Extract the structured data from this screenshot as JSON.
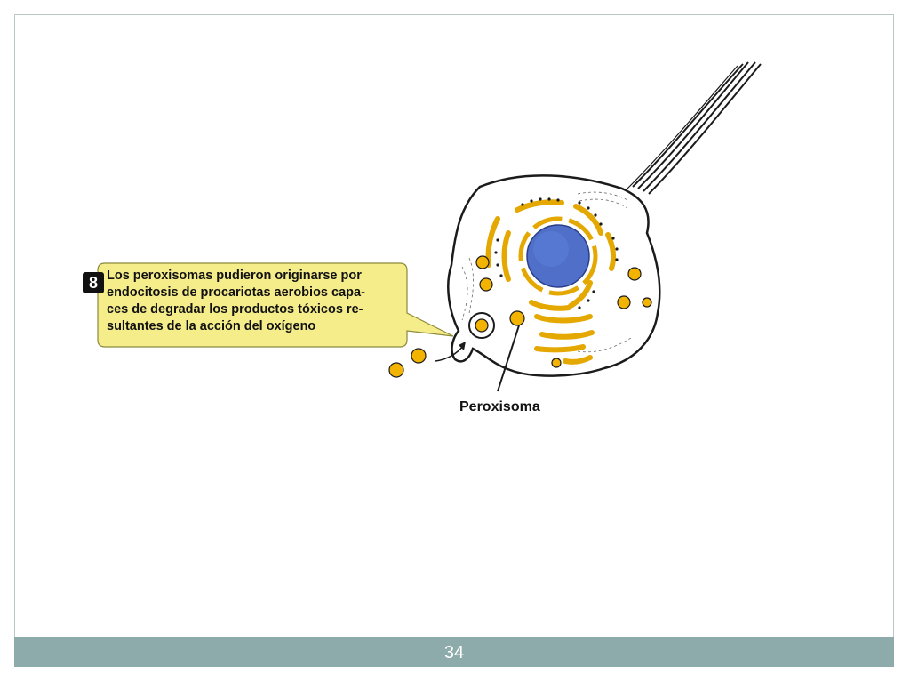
{
  "slide": {
    "page_number": "34"
  },
  "callout": {
    "step_number": "8",
    "lines": [
      "Los peroxisomas pudieron originarse por",
      "endocitosis de procariotas aerobios capa-",
      "ces de degradar los productos tóxicos re-",
      "sultantes de la acción del oxígeno"
    ]
  },
  "labels": {
    "peroxisome": "Peroxisoma"
  },
  "colors": {
    "callout_fill": "#f5ec8a",
    "organelle_fill": "#f2b400",
    "nucleus_fill": "#4f6fc8",
    "footer_bar": "#8eabab"
  }
}
